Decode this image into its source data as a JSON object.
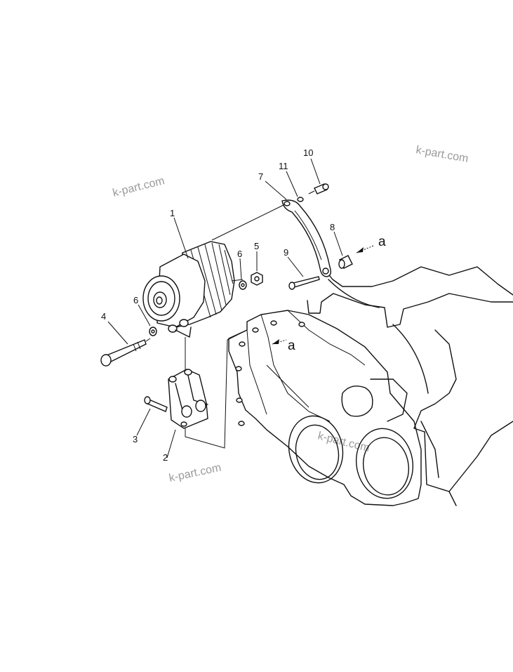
{
  "callouts": {
    "c1": "1",
    "c2": "2",
    "c3": "3",
    "c4": "4",
    "c5": "5",
    "c6a": "6",
    "c6b": "6",
    "c7": "7",
    "c8": "8",
    "c9": "9",
    "c10": "10",
    "c11": "11",
    "a1": "a",
    "a2": "a"
  },
  "watermarks": {
    "w1": "k-part.com",
    "w2": "k-part.com",
    "w3": "k-part.com",
    "w4": "k-part.com"
  }
}
